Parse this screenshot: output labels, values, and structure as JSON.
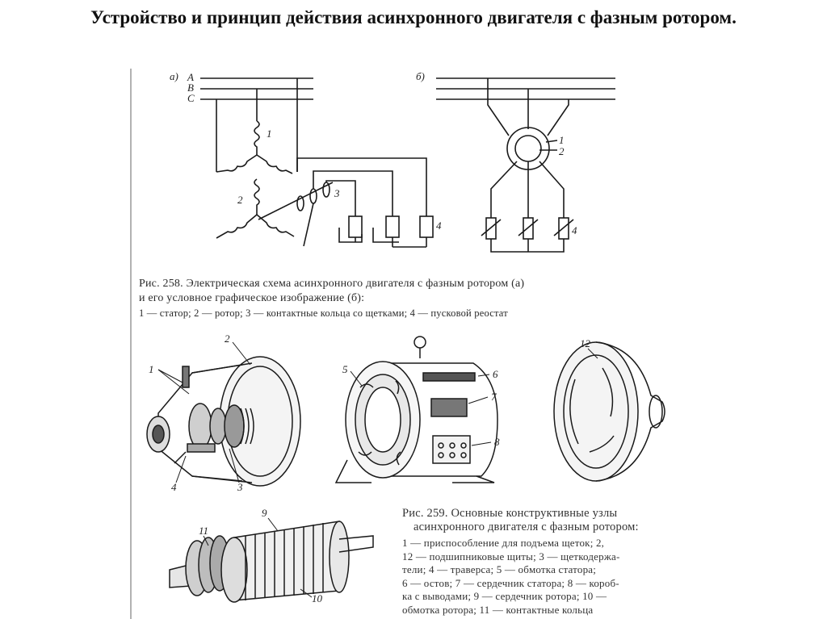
{
  "title": "Устройство и принцип действия асинхронного двигателя с фазным ротором.",
  "fig258": {
    "panel_a": "а)",
    "panel_b": "б)",
    "phases": [
      "A",
      "B",
      "C"
    ],
    "labels_a": [
      "1",
      "2",
      "3",
      "4"
    ],
    "labels_b": [
      "1",
      "2",
      "4"
    ],
    "caption_line1": "Рис. 258. Электрическая схема асинхронного двигателя с фазным ротором (а)",
    "caption_line2": "и его условное графическое изображение (б):",
    "caption_line3": "1 — статор; 2 — ротор; 3 — контактные кольца со щетками; 4 — пусковой реостат"
  },
  "fig259": {
    "part_labels": [
      "1",
      "2",
      "3",
      "4",
      "5",
      "6",
      "7",
      "8",
      "9",
      "10",
      "11",
      "12"
    ],
    "caption_head1": "Рис. 259. Основные конструктивные узлы",
    "caption_head2": "асинхронного двигателя с фазным ротором:",
    "caption_body1": "1 — приспособление для подъема щеток; 2,",
    "caption_body2": "12 — подшипниковые щиты; 3 — щеткодержа-",
    "caption_body3": "тели; 4 — траверса; 5 — обмотка статора;",
    "caption_body4": "6 — остов; 7 — сердечник статора; 8 — короб-",
    "caption_body5": "ка с выводами; 9 — сердечник ротора; 10 —",
    "caption_body6": "обмотка ротора; 11 — контактные кольца"
  }
}
